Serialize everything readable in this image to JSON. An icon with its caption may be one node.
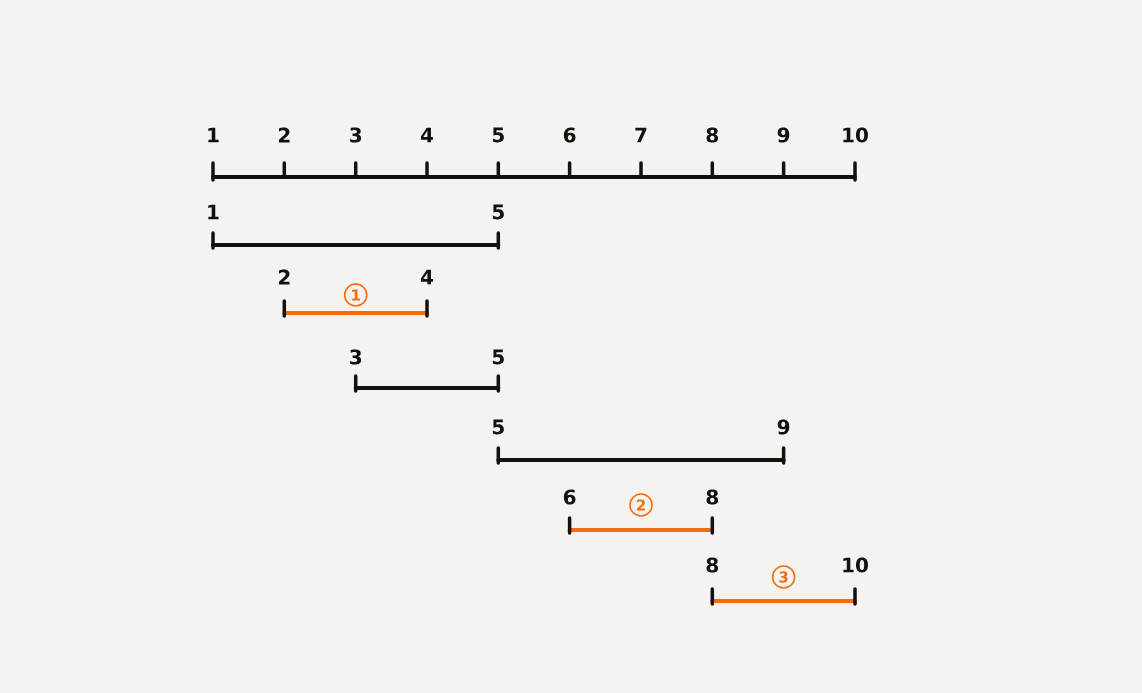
{
  "diagram": {
    "labels": [
      "1",
      "2",
      "3",
      "4",
      "5",
      "6",
      "7",
      "8",
      "9",
      "10",
      "1",
      "5",
      "2",
      "1",
      "4",
      "3",
      "5",
      "5",
      "9",
      "6",
      "2",
      "8",
      "8",
      "3",
      "10"
    ]
  }
}
